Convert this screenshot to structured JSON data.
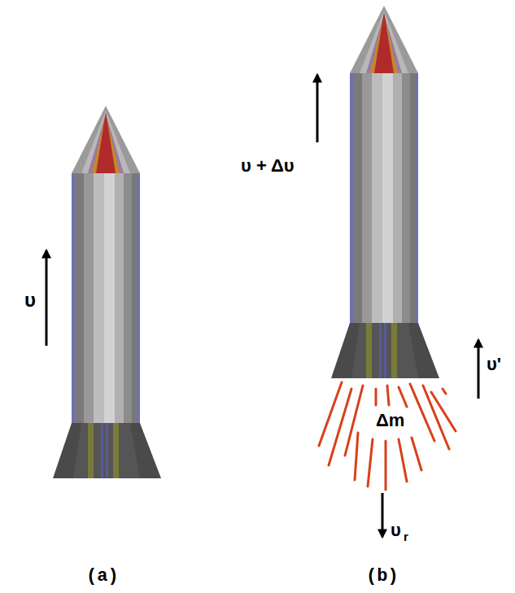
{
  "diagram": {
    "labels": [
      "υ",
      "υ + Δυ",
      "υ'",
      "Δm",
      "υ",
      "r",
      "(a)",
      "(b)"
    ]
  }
}
